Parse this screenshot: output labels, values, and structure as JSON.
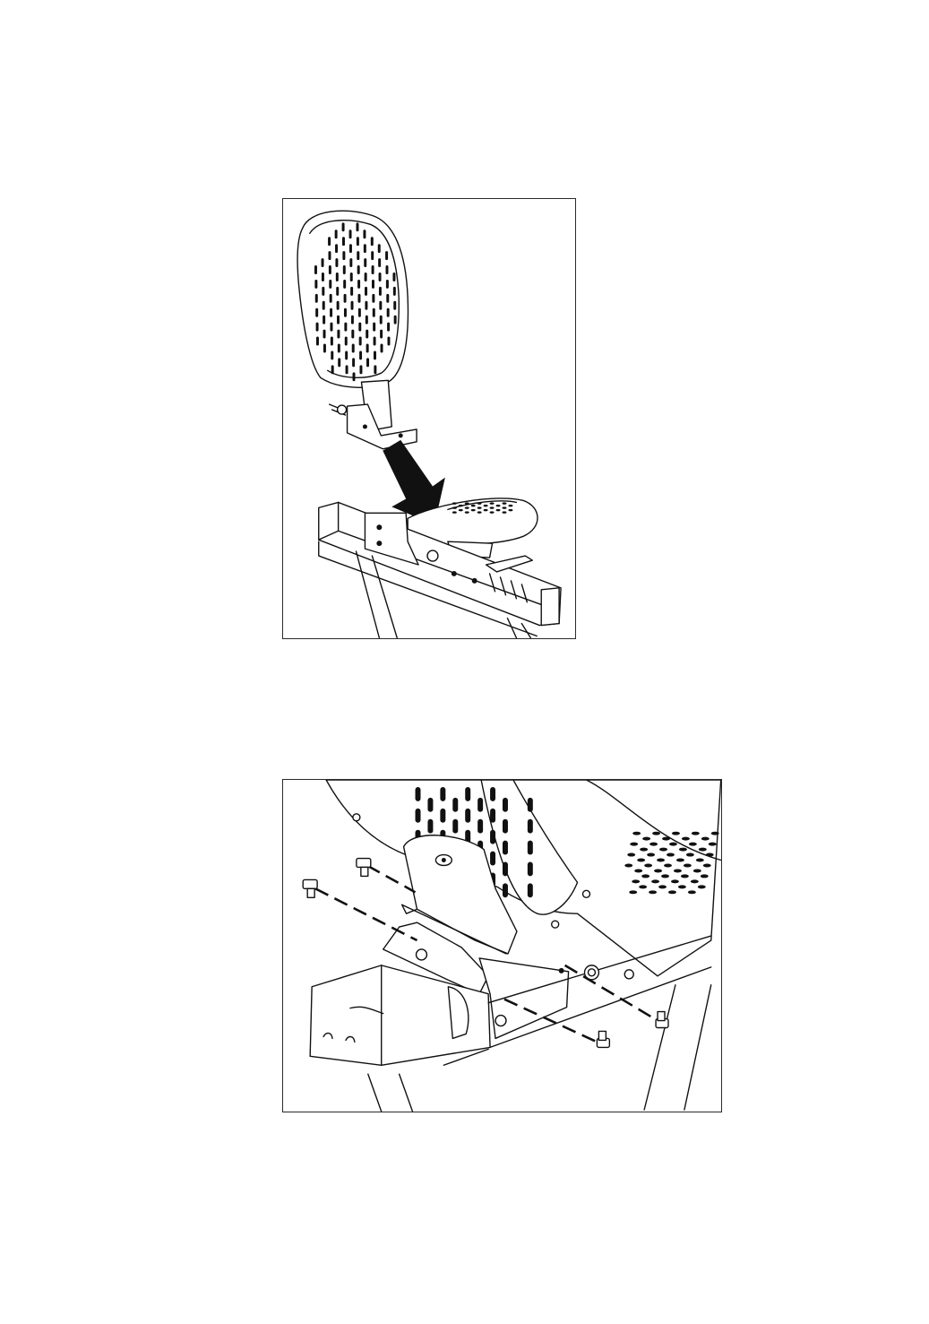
{
  "colors": {
    "line": "#111111",
    "frame": "#2a2a2a",
    "background": "#ffffff"
  },
  "figures": [
    {
      "id": "fig1",
      "depicts": "seat-backrest-insertion",
      "icons": [
        "backrest-icon",
        "down-arrow-icon",
        "seat-icon",
        "seat-rail-icon"
      ]
    },
    {
      "id": "fig2",
      "depicts": "backrest-bracket-bolts",
      "icons": [
        "bracket-icon",
        "bolt-icon",
        "seat-rail-icon"
      ],
      "bolt_count": 4
    }
  ]
}
